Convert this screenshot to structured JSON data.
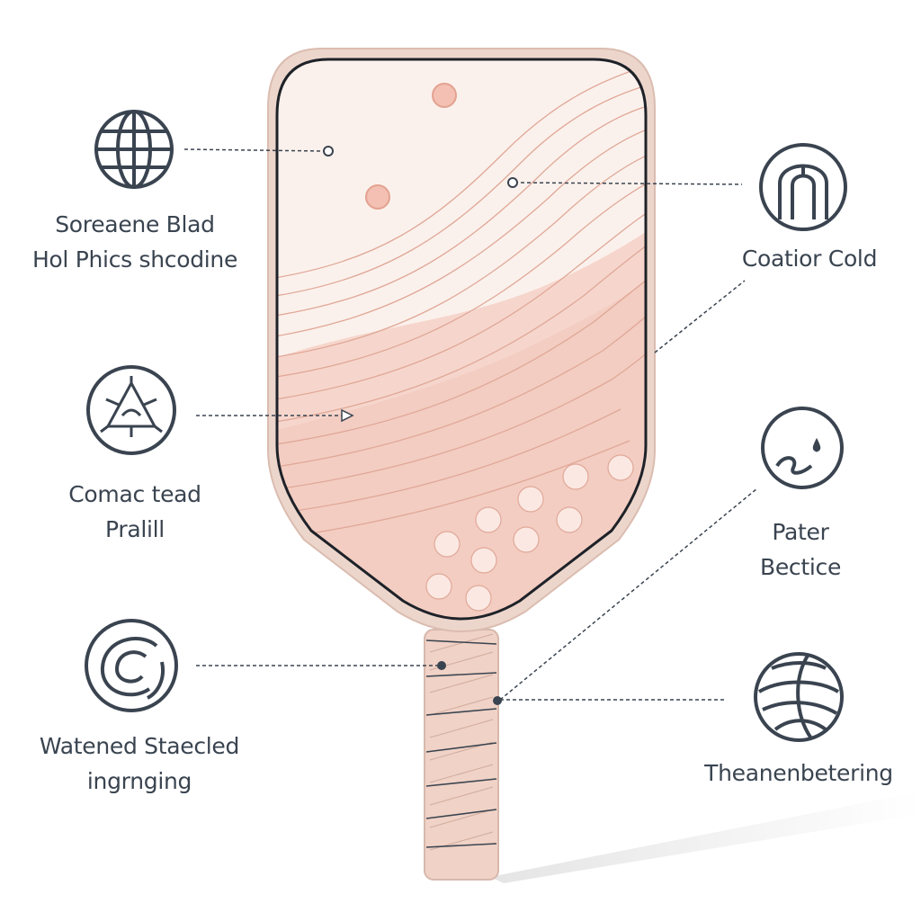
{
  "colors": {
    "ink": "#3a4450",
    "paddle_edge": "#e2c9be",
    "paddle_face": "#fbf1ec",
    "accent": "#e8a394",
    "grip": "#f0d2c6"
  },
  "callouts": [
    {
      "icon": "globe-icon",
      "lines": [
        "Soreaene Blad",
        "Hol Phics shcodine"
      ]
    },
    {
      "icon": "triangle-burst-icon",
      "lines": [
        "Comac tead",
        "Pralill"
      ]
    },
    {
      "icon": "swirl-icon",
      "lines": [
        "Watened Staecled",
        "ingrnging"
      ]
    },
    {
      "icon": "arch-icon",
      "lines": [
        "Coatior Cold"
      ]
    },
    {
      "icon": "droplet-circle-icon",
      "lines": [
        "Pater",
        "Bectice"
      ]
    },
    {
      "icon": "woven-ball-icon",
      "lines": [
        "Theanenbetering"
      ]
    }
  ]
}
